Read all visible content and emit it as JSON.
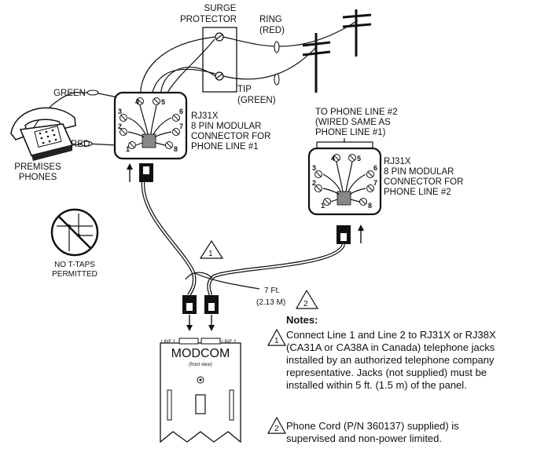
{
  "labels": {
    "surge": [
      "SURGE",
      "PROTECTOR"
    ],
    "ring": [
      "RING",
      "(RED)"
    ],
    "tip": [
      "TIP",
      "(GREEN)"
    ],
    "green": "GREEN",
    "red": "RED",
    "premises": [
      "PREMISES",
      "PHONES"
    ],
    "rj_line1": [
      "RJ31X",
      "8 PIN MODULAR",
      "CONNECTOR FOR",
      "PHONE LINE #1"
    ],
    "phone_line2_header": [
      "TO PHONE LINE #2",
      "(WIRED SAME AS",
      "PHONE LINE #1)"
    ],
    "rj_line2": [
      "RJ31X",
      "8 PIN MODULAR",
      "CONNECTOR FOR",
      "PHONE LINE #2"
    ],
    "no_ttaps": [
      "NO T-TAPS",
      "PERMITTED"
    ],
    "cord_length": [
      "7 Ft.",
      "(2.13 M)"
    ],
    "modcom_title": "MODCOM",
    "modcom_sub": "(front view)",
    "line1_port": "LINE 1",
    "line2_port": "LINE 2",
    "pins": [
      "1",
      "2",
      "3",
      "4",
      "5",
      "6",
      "7",
      "8"
    ],
    "note_marks": [
      "1",
      "2"
    ]
  },
  "notes": {
    "heading": "Notes:",
    "note1": [
      "Connect Line 1 and Line 2 to RJ31X or RJ38X",
      "(CA31A or CA38A in Canada) telephone jacks",
      "installed by an authorized telephone company",
      "representative. Jacks (not supplied) must be",
      "installed within 5 ft. (1.5 m) of the panel."
    ],
    "note2": [
      "Phone Cord (P/N 360137) supplied) is",
      "supervised and non-power limited."
    ]
  }
}
